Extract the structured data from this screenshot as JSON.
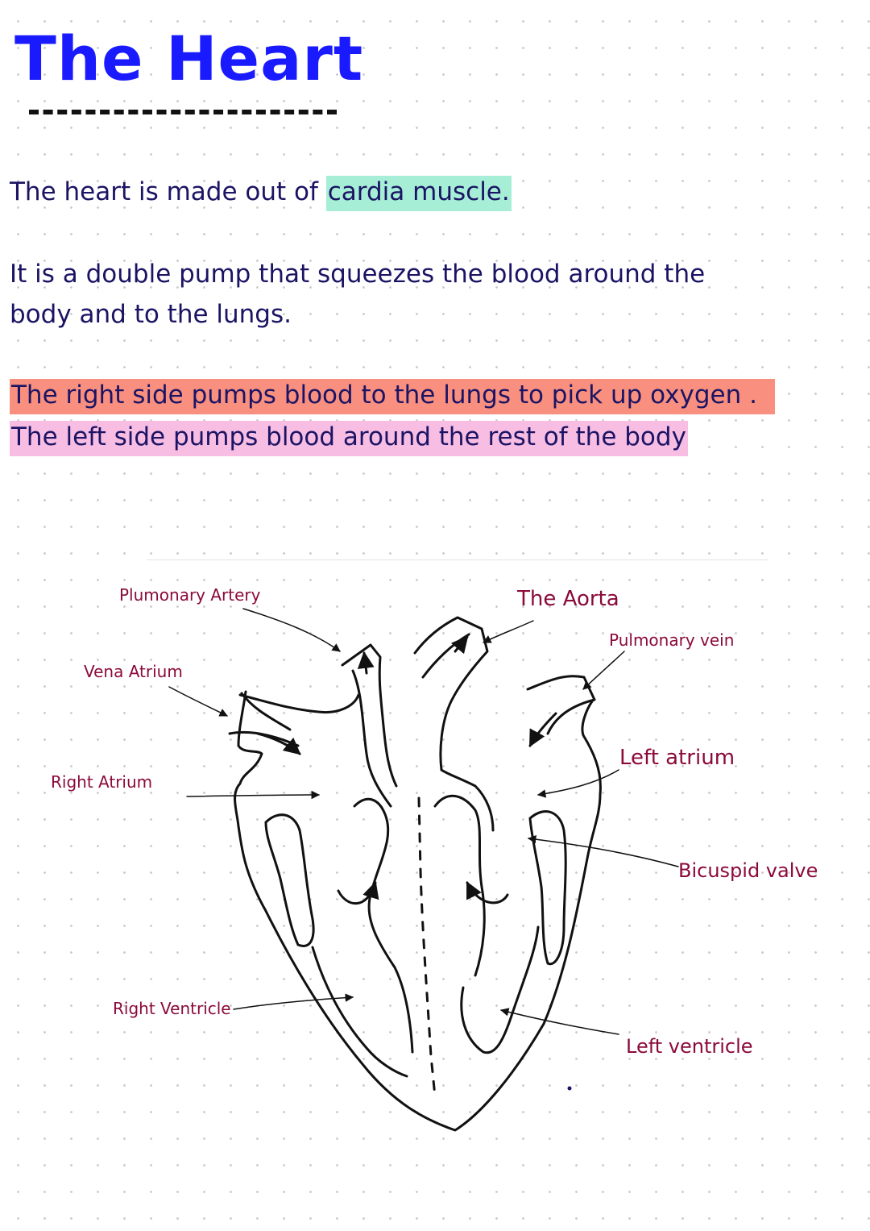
{
  "title": "The Heart",
  "paragraphs": {
    "made_of_prefix": "The heart is made out of ",
    "made_of_highlight": "cardia muscle.",
    "double_pump_line1": "It is a double pump that squeezes the blood around the",
    "double_pump_line2": "body and to the lungs.",
    "right_side": "The right side pumps blood to the lungs to pick up oxygen .",
    "left_side": "The left side pumps blood around the rest of the body"
  },
  "highlight_colors": {
    "green": "#a6efd6",
    "red": "#f9907f",
    "pink": "#f7bde3"
  },
  "colors": {
    "title": "#1a1aff",
    "body_text": "#1b1464",
    "labels": "#8b0a3a",
    "ink": "#111111"
  },
  "diagram": {
    "labels": {
      "pulmonary_artery": "Plumonary Artery",
      "aorta": "The Aorta",
      "pulmonary_vein": "Pulmonary vein",
      "vena_atrium": "Vena Atrium",
      "left_atrium": "Left atrium",
      "right_atrium": "Right Atrium",
      "bicuspid_valve": "Bicuspid valve",
      "right_ventricle": "Right Ventricle",
      "left_ventricle": "Left ventricle"
    }
  }
}
